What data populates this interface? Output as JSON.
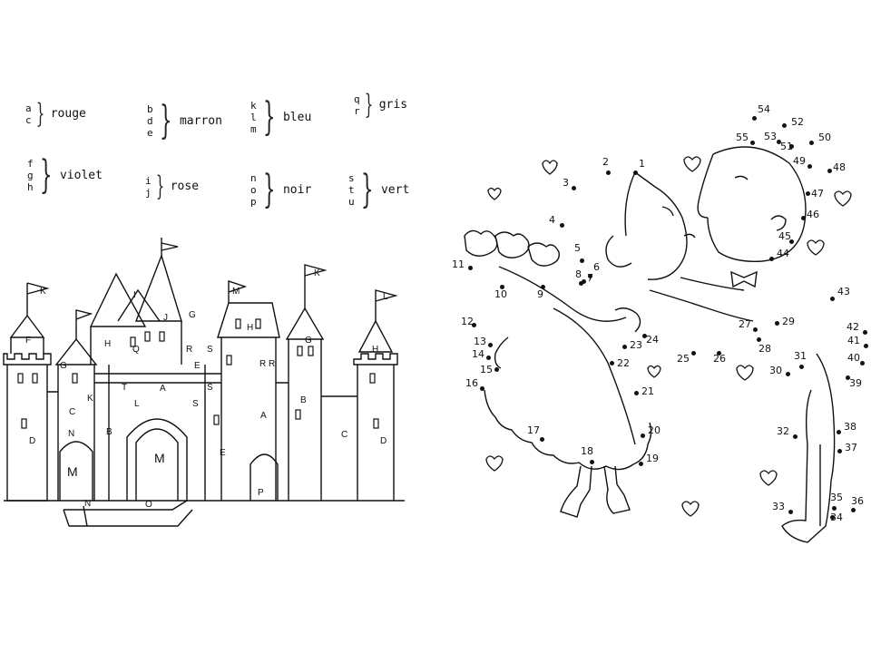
{
  "legend": [
    {
      "letters": [
        "a",
        "c"
      ],
      "color": "rouge"
    },
    {
      "letters": [
        "b",
        "d",
        "e"
      ],
      "color": "marron"
    },
    {
      "letters": [
        "k",
        "l",
        "m"
      ],
      "color": "bleu"
    },
    {
      "letters": [
        "q",
        "r"
      ],
      "color": "gris"
    },
    {
      "letters": [
        "f",
        "g",
        "h"
      ],
      "color": "violet"
    },
    {
      "letters": [
        "i",
        "j"
      ],
      "color": "rose"
    },
    {
      "letters": [
        "n",
        "o",
        "p"
      ],
      "color": "noir"
    },
    {
      "letters": [
        "s",
        "t",
        "u"
      ],
      "color": "vert"
    }
  ],
  "castle_letters": [
    "F",
    "G",
    "H",
    "I",
    "J",
    "G",
    "H",
    "K",
    "K",
    "L",
    "M",
    "G",
    "H",
    "R",
    "C",
    "N",
    "B",
    "M",
    "A",
    "E",
    "A",
    "B",
    "C",
    "D",
    "D",
    "M",
    "N",
    "O",
    "P",
    "S",
    "T",
    "Q",
    "R",
    "S",
    "R",
    "S",
    "L",
    "K",
    "E"
  ],
  "dots": [
    "1",
    "2",
    "3",
    "4",
    "5",
    "6",
    "7",
    "8",
    "9",
    "10",
    "11",
    "12",
    "13",
    "14",
    "15",
    "16",
    "17",
    "18",
    "19",
    "20",
    "21",
    "22",
    "23",
    "24",
    "25",
    "26",
    "27",
    "28",
    "29",
    "30",
    "31",
    "32",
    "33",
    "34",
    "35",
    "36",
    "37",
    "38",
    "39",
    "40",
    "41",
    "42",
    "43",
    "44",
    "45",
    "46",
    "47",
    "48",
    "49",
    "50",
    "51",
    "52",
    "53",
    "54",
    "55"
  ]
}
